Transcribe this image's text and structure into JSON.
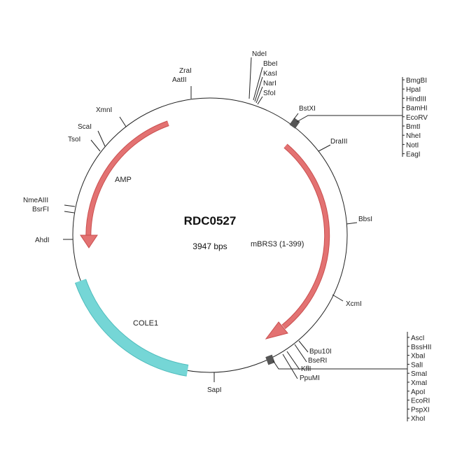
{
  "plasmid": {
    "name": "RDC0527",
    "size_label": "3947 bps"
  },
  "colors": {
    "arrow": "#e37272",
    "arrow_edge": "#c94f4f",
    "ori": "#75d6d6",
    "ori_edge": "#4fbcbc"
  },
  "features": {
    "amp": "AMP",
    "mbrs3": "mBRS3 (1-399)",
    "cole1": "COLE1"
  },
  "sites": {
    "ndei": "NdeI",
    "bbei": "BbeI",
    "kasi": "KasI",
    "nari": "NarI",
    "sfoi": "SfoI",
    "zrai": "ZraI",
    "aatii": "AatII",
    "bstxi": "BstXI",
    "draiii": "DraIII",
    "bbsi": "BbsI",
    "xcmi": "XcmI",
    "bpu10i": "Bpu10I",
    "bseri": "BseRI",
    "kfli": "KflI",
    "ppumi": "PpuMI",
    "sapi": "SapI",
    "ahdi": "AhdI",
    "nmeaiii": "NmeAIII",
    "bsrfi": "BsrFI",
    "tsoi": "TsoI",
    "scai": "ScaI",
    "xmni": "XmnI"
  },
  "mcs_top": [
    "BmgBI",
    "HpaI",
    "HindIII",
    "BamHI",
    "EcoRV",
    "BmtI",
    "NheI",
    "NotI",
    "EagI"
  ],
  "mcs_bottom": [
    "AscI",
    "BssHII",
    "XbaI",
    "SalI",
    "SmaI",
    "XmaI",
    "ApoI",
    "EcoRI",
    "PspXI",
    "XhoI"
  ]
}
